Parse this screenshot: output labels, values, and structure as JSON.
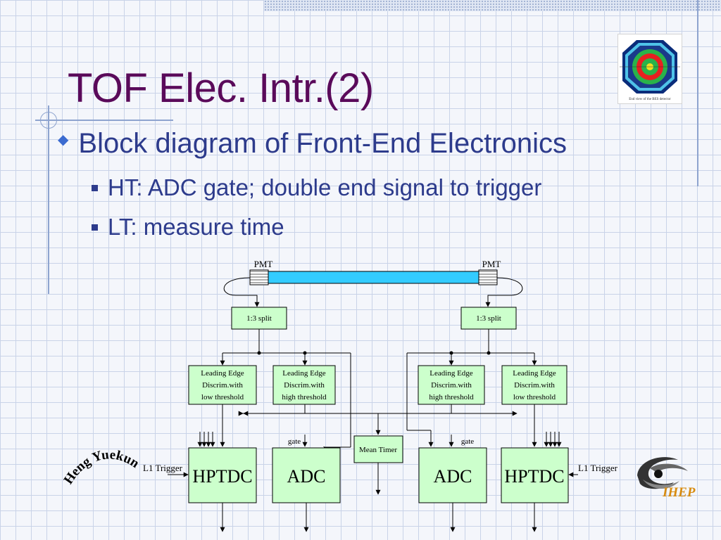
{
  "slide": {
    "title": "TOF Elec. Intr.(2)",
    "bullet": "Block diagram of Front-End Electronics",
    "sub_bullets": [
      "HT: ADC gate; double end signal to trigger",
      "LT: measure time"
    ]
  },
  "logo_top": {
    "caption": "End view of the BES detector"
  },
  "author": {
    "name": "Heng Yuekun"
  },
  "logo_ihep": {
    "text": "IHEP"
  },
  "diagram": {
    "pmt_left": "PMT",
    "pmt_right": "PMT",
    "split_left": "1:3 split",
    "split_right": "1:3 split",
    "disc_left_low": [
      "Leading Edge",
      "Discrim.with",
      "low threshold"
    ],
    "disc_left_high": [
      "Leading Edge",
      "Discrim.with",
      "high threshold"
    ],
    "disc_right_high": [
      "Leading Edge",
      "Discrim.with",
      "high threshold"
    ],
    "disc_right_low": [
      "Leading Edge",
      "Discrim.with",
      "low threshold"
    ],
    "mean_timer": "Mean Timer",
    "gate_left": "gate",
    "gate_right": "gate",
    "hptdc_left": "HPTDC",
    "adc_left": "ADC",
    "adc_right": "ADC",
    "hptdc_right": "HPTDC",
    "l1_left": "L1 Trigger",
    "l1_right": "L1 Trigger"
  },
  "colors": {
    "title": "#5a0a5a",
    "text": "#2d3b8c",
    "box_fill": "#ccffcc",
    "scintillator": "#33ccff"
  }
}
